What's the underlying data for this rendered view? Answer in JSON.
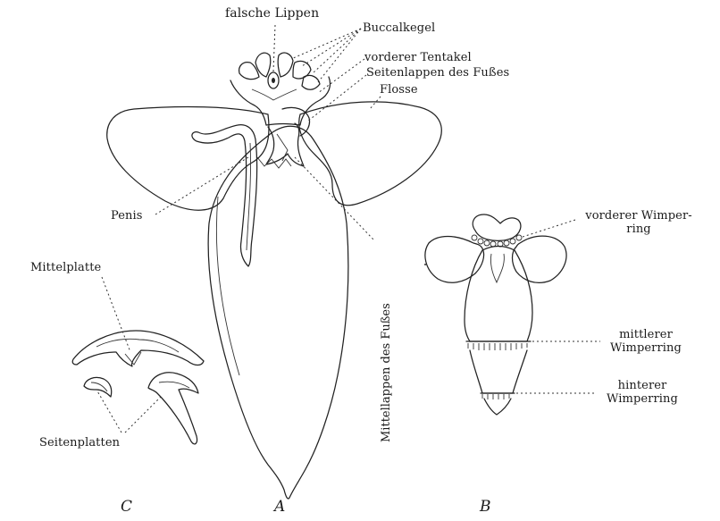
{
  "labels": {
    "falsche_lippen": "falsche Lippen",
    "buccalkegel": "Buccalkegel",
    "vorderer_tentakel": "vorderer Tentakel",
    "seitenlappen": "Seitenlappen des Fußes",
    "flosse": "Flosse",
    "penis": "Penis",
    "mittellappen": "Mittellappen des Fußes",
    "mittelplatte": "Mittelplatte",
    "seitenplatten": "Seitenplatten",
    "vorderer_wimperring_line1": "vorderer Wimper-",
    "vorderer_wimperring_line2": "ring",
    "mittlerer_line1": "mittlerer",
    "mittlerer_line2": "Wimperring",
    "hinterer_line1": "hinterer",
    "hinterer_line2": "Wimperring"
  },
  "panels": {
    "a": "A",
    "b": "B",
    "c": "C"
  }
}
